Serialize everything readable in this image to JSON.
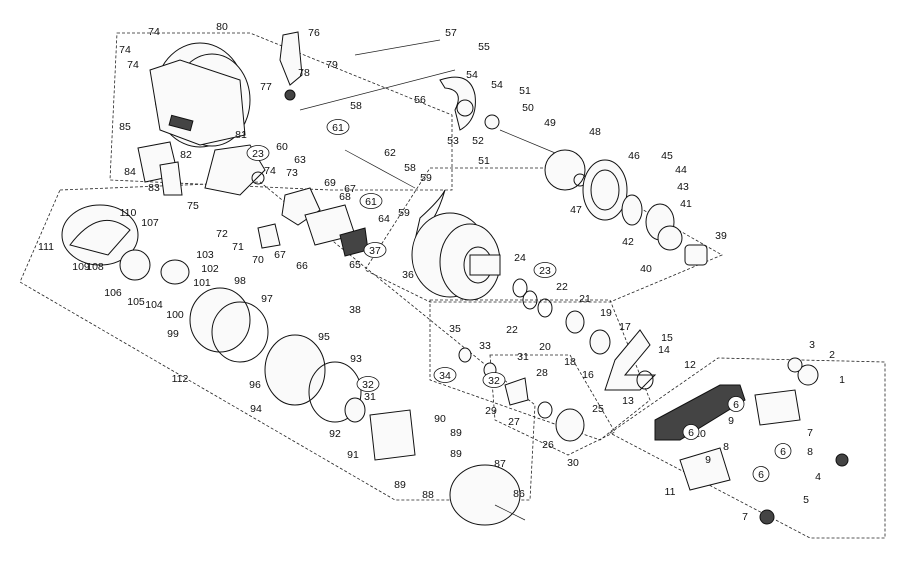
{
  "labels": [
    "1",
    "2",
    "3",
    "4",
    "5",
    "6",
    "7",
    "8",
    "9",
    "10",
    "11",
    "12",
    "13",
    "14",
    "15",
    "16",
    "17",
    "18",
    "19",
    "20",
    "21",
    "22",
    "23",
    "24",
    "25",
    "26",
    "27",
    "28",
    "29",
    "30",
    "31",
    "32",
    "33",
    "34",
    "35",
    "36",
    "37",
    "38",
    "39",
    "40",
    "41",
    "42",
    "43",
    "44",
    "45",
    "46",
    "47",
    "48",
    "49",
    "50",
    "51",
    "52",
    "53",
    "54",
    "55",
    "56",
    "57",
    "58",
    "59",
    "60",
    "61",
    "62",
    "63",
    "64",
    "65",
    "66",
    "67",
    "68",
    "69",
    "70",
    "71",
    "72",
    "73",
    "74",
    "75",
    "76",
    "77",
    "78",
    "79",
    "80",
    "81",
    "82",
    "83",
    "84",
    "85",
    "86",
    "87",
    "88",
    "89",
    "90",
    "91",
    "92",
    "93",
    "94",
    "95",
    "96",
    "97",
    "98",
    "99",
    "100",
    "101",
    "102",
    "103",
    "104",
    "105",
    "106",
    "107",
    "108",
    "109",
    "110",
    "111",
    "112"
  ]
}
